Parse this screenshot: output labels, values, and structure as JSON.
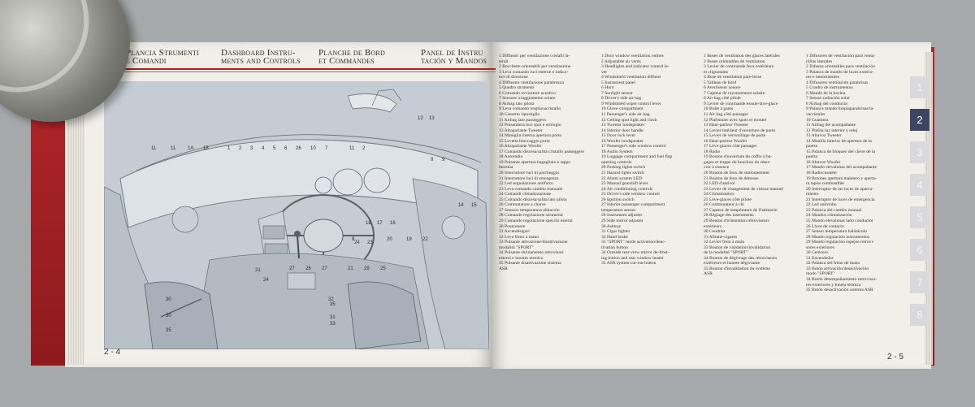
{
  "header": {
    "italian": [
      "Plancia Strumenti",
      "e Comandi"
    ],
    "english": [
      "Dashboard Instru-",
      "ments and Controls"
    ],
    "french": [
      "Planche de Bord",
      "et Commandes"
    ],
    "spanish": [
      "Panel de Instru",
      "tación y Mandos"
    ]
  },
  "diagram_numbers": {
    "top_right": [
      "12",
      "13"
    ],
    "top_row": [
      "11",
      "11",
      "1A",
      "18",
      "1",
      "2",
      "3",
      "4",
      "5",
      "6",
      "26",
      "10",
      "7",
      "11",
      "2"
    ],
    "upper_mid": [
      "9",
      "9"
    ],
    "right_side": [
      "14",
      "15"
    ],
    "console_top": [
      "18",
      "17",
      "16"
    ],
    "console_mid": [
      "20",
      "19",
      "22"
    ],
    "mid_left": [
      "8",
      "24",
      "23"
    ],
    "lower_left": [
      "21",
      "27",
      "28",
      "27",
      "21",
      "29",
      "25"
    ],
    "lower_left2": [
      "24"
    ],
    "lower_mid": [
      "32",
      "35",
      "31",
      "33"
    ],
    "bottom_left": [
      "30",
      "30",
      "35"
    ]
  },
  "columns": {
    "italian": [
      "1  Diffusori per ventilazione cristalli la-",
      "    terali",
      "2  Bocchette orientabili per ventilazione",
      "3  Leva comando luci esterne e indica-",
      "    tori di direzione",
      "4  Diffusore ventilazione parabrezza",
      "5  Quadro strumenti",
      "6  Comando avvisatore acustico",
      "7  Sensore irraggiamento solare",
      "8  Airbag lato pilota",
      "9  Leva comando tergilavacristallo",
      "10 Cassetto ripostiglio",
      "11 Airbag lato passeggero",
      "12 Pulsantiera luci spot e orologio",
      "13 Altoparlante Tweeter",
      "14 Maniglia interna apertura porta",
      "15 Levetta bloccaggio porta",
      "16 Altoparlante Woofer",
      "17 Comando discesa/salita cristallo passeggero",
      "18 Autoradio",
      "19 Pulsante apertura bagagliaio e tappo",
      "    benzina",
      "20 Interruttore luci di parcheggio",
      "21 Interruttore luci di emergenza",
      "22 Led segnalazione antifurto",
      "23 Leva comando cambio manuale",
      "24 Comandi climatizzazione",
      "25 Comando discesa/salita lato pilota",
      "26 Commutatore a chiave",
      "27 Sensore temperatura abitacolo",
      "28 Comando regolazione strumenti",
      "29 Comando regolazione specchi esterni",
      "30 Posacenere",
      "31 Accendisigari",
      "32 Leva freno a mano",
      "33 Pulsante attivazione/disattivazione",
      "    modalità \"SPORT\"",
      "34 Pulsante sbrinamento retrovisori",
      "    esterni e lunotto termico",
      "35 Pulsante disattivazione sistema",
      "    ASR"
    ],
    "english": [
      "1  Door window ventilation outlets",
      "2  Adjustable air vents",
      "3  Headlights and indicator control le-",
      "    ver",
      "4  Windshield ventilation diffuser",
      "5  Instrument panel",
      "6  Horn",
      "7  Sunlight sensor",
      "8  Driver's side air bag",
      "9  Windshield wiper control lever",
      "10 Glove compartment",
      "11 Passenger's side air bag",
      "12 Ceiling spot light and clock",
      "13 Tweeter loudspeaker",
      "14 Interior door handle",
      "15 Door lock lever",
      "16 Woofer loudspeaker",
      "17 Passenger's side window control",
      "18 Audio System",
      "19 Luggage compartment and fuel flap",
      "    opening controls",
      "20 Parking lights switch",
      "21 Hazard lights switch",
      "22 Alarm system LED",
      "23 Manual gearshift lever",
      "24 Air conditioning controls",
      "25 Driver's side window control",
      "26 Ignition switch",
      "27 Interior passenger compartment",
      "    temperature sensor",
      "28 Instrument adjuster",
      "29 Side mirror adjuster",
      "30 Ashtray",
      "31 Cigar lighter",
      "32 Hand brake",
      "33 \"SPORT\" mode activation/deac-",
      "    tivation button",
      "34 Outside rear-view mirror de-frost-",
      "    ing button and rear window heater",
      "35 ASR system cut-out button"
    ],
    "french": [
      "1  Buses de ventilation des glaces latérales",
      "2  Buses orientables de ventilation",
      "3  Levier de commande feux extérieurs",
      "    et clignotants",
      "4  Buse de ventilation pare-brise",
      "5  Tableau de bord",
      "6  Avertisseur sonore",
      "7  Capteur de rayonnement solaire",
      "8  Air bag côté pilote",
      "9  Levier de commande essuie-lave-glace",
      "10 Boîte à gants",
      "11 Air bag côté passager",
      "12 Plafonnier avec spots et montre",
      "13 Haut-parleur Tweeter",
      "14 Levier intérieur d'ouverture de porte",
      "15 Levier de verrouillage de porte",
      "16 Haut-parleur Woofer",
      "17 Lève-glaces côté passager",
      "18 Radio",
      "19 Bouton d'ouverture du coffre à ba-",
      "    gages et trappe du bouchon du réser-",
      "    voir à essence",
      "20 Bouton de feux de stationnement",
      "21 Bouton de feux de détresse",
      "22 LED d'antivol",
      "23 Levier de changement de vitesse manuel",
      "24 Climatisation",
      "25 Lève-glaces côté pilote",
      "26 Commutateur à clé",
      "27 Capteur de température de l'habitacle",
      "28 Réglage des instruments",
      "29 Bouton d'orientation rétroviseurs",
      "    extérieurs",
      "30 Cendrier",
      "31 Allume-cigares",
      "32 Levier frein à main",
      "33 Bouton de validation/invalidation",
      "    de la modalité \"SPORT\"",
      "34 Bouton de dégivrage des rétroviseurs",
      "    extérieurs et lunette dégivrante",
      "35 Bouton d'invalidation du système",
      "    ASR"
    ],
    "spanish": [
      "1  Difusores de ventilación para venta-",
      "    nillas laterales",
      "2  Toberas orientables para ventilación",
      "3  Palanca de mando de luces exterio-",
      "    res e intermitentes",
      "4  Difusores ventilación parabrisas",
      "5  Cuadro de instrumentos",
      "6  Mando de la bocina",
      "7  Sensor radiación solar",
      "8  Airbag del conductor",
      "9  Palanca mando limpiaparabrisas/la-",
      "    vacristales",
      "10 Guantera",
      "11 Airbag del acompañante",
      "12 Plafón luz interior y reloj",
      "13 Altavoz Tweeter",
      "14 Manilla interior de apertura de la",
      "    puerta",
      "15 Palanca de bloqueo del cierre de la",
      "    puerta",
      "16 Altavoz Woofer",
      "17 Mando elevalunas del acompañante",
      "18 Radiocassette",
      "19 Botones apertura maletero y apertu-",
      "    ra tapón combustible",
      "20 Interruptor de las luces de aparca-",
      "    miento",
      "21 Interruptor de luces de emergencia",
      "22 Led antirrobo",
      "23 Palanca del cambio manual",
      "24 Mandos climatización",
      "25 Mando elevalunas lado conductor",
      "26 Llave de contacto",
      "27 Sensor temperatura habitáculo",
      "28 Mando regulación instrumentos",
      "29 Mando regulación espejos retrovi-",
      "    sores exteriores",
      "30 Cenicero",
      "31 Encendedor",
      "32 Palanca del freno de mano",
      "33 Botón activación/desactivación",
      "    modo \"SPORT\"",
      "34 Botón desempañamiento retrovisor-",
      "    res exteriores y luneta térmica",
      "35 Botón desactivación sistema ASR"
    ]
  },
  "tabs": [
    "1",
    "2",
    "3",
    "4",
    "5",
    "6",
    "7",
    "8"
  ],
  "active_tab": "2",
  "page_numbers": {
    "left": "2 - 4",
    "right": "2 - 5"
  },
  "colors": {
    "accent_red": "#b21f24",
    "tab_active": "#3d4563",
    "cover": "#a92227"
  }
}
